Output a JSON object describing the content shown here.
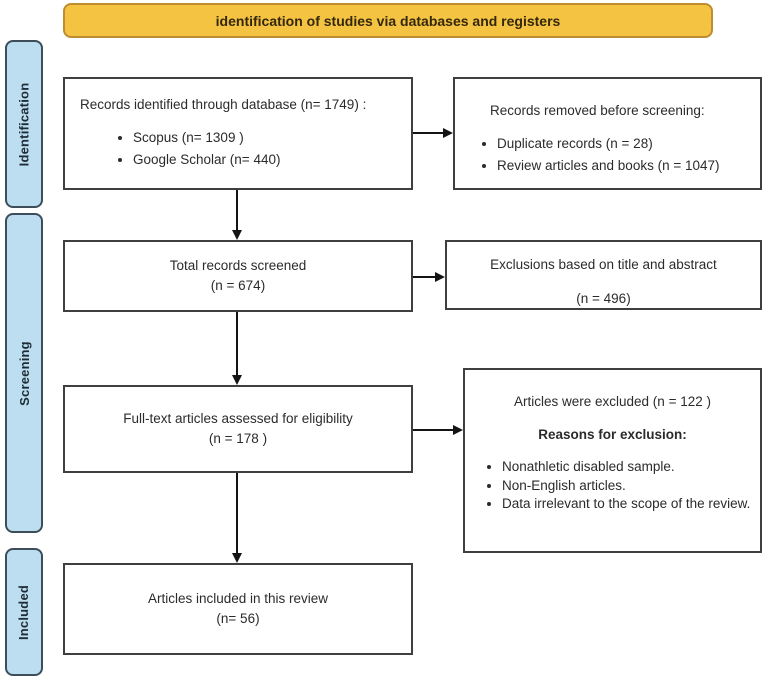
{
  "header": {
    "title": "identification of studies via databases and registers"
  },
  "sidebar": {
    "items": [
      {
        "label": "Identification"
      },
      {
        "label": "Screening"
      },
      {
        "label": "Included"
      }
    ]
  },
  "flow": {
    "records_identified": {
      "title": "Records identified through database (n= 1749) :",
      "bullets": [
        "Scopus (n= 1309 )",
        "Google Scholar (n= 440)"
      ]
    },
    "records_removed": {
      "title": "Records removed before screening:",
      "bullets": [
        "Duplicate records (n = 28)",
        "Review articles and books (n = 1047)"
      ]
    },
    "records_screened": {
      "line1": "Total records screened",
      "line2": "(n = 674)"
    },
    "exclusions_title_abstract": {
      "line1": "Exclusions based on title and abstract",
      "line2": "(n = 496)"
    },
    "fulltext_assessed": {
      "line1": "Full-text articles assessed for eligibility",
      "line2": "(n = 178 )"
    },
    "articles_excluded": {
      "title": "Articles were excluded (n = 122 )",
      "subtitle": "Reasons for exclusion:",
      "bullets": [
        "Nonathletic disabled sample.",
        "Non-English articles.",
        "Data irrelevant to the scope of the review."
      ]
    },
    "articles_included": {
      "line1": "Articles included in this review",
      "line2": "(n= 56)"
    }
  },
  "colors": {
    "banner_fill": "#F5C342",
    "banner_border": "#BD8D2F",
    "stage_fill": "#BDDEF0",
    "stage_border": "#3D4D59",
    "box_border": "#3F3F3F",
    "arrow": "#141414"
  }
}
